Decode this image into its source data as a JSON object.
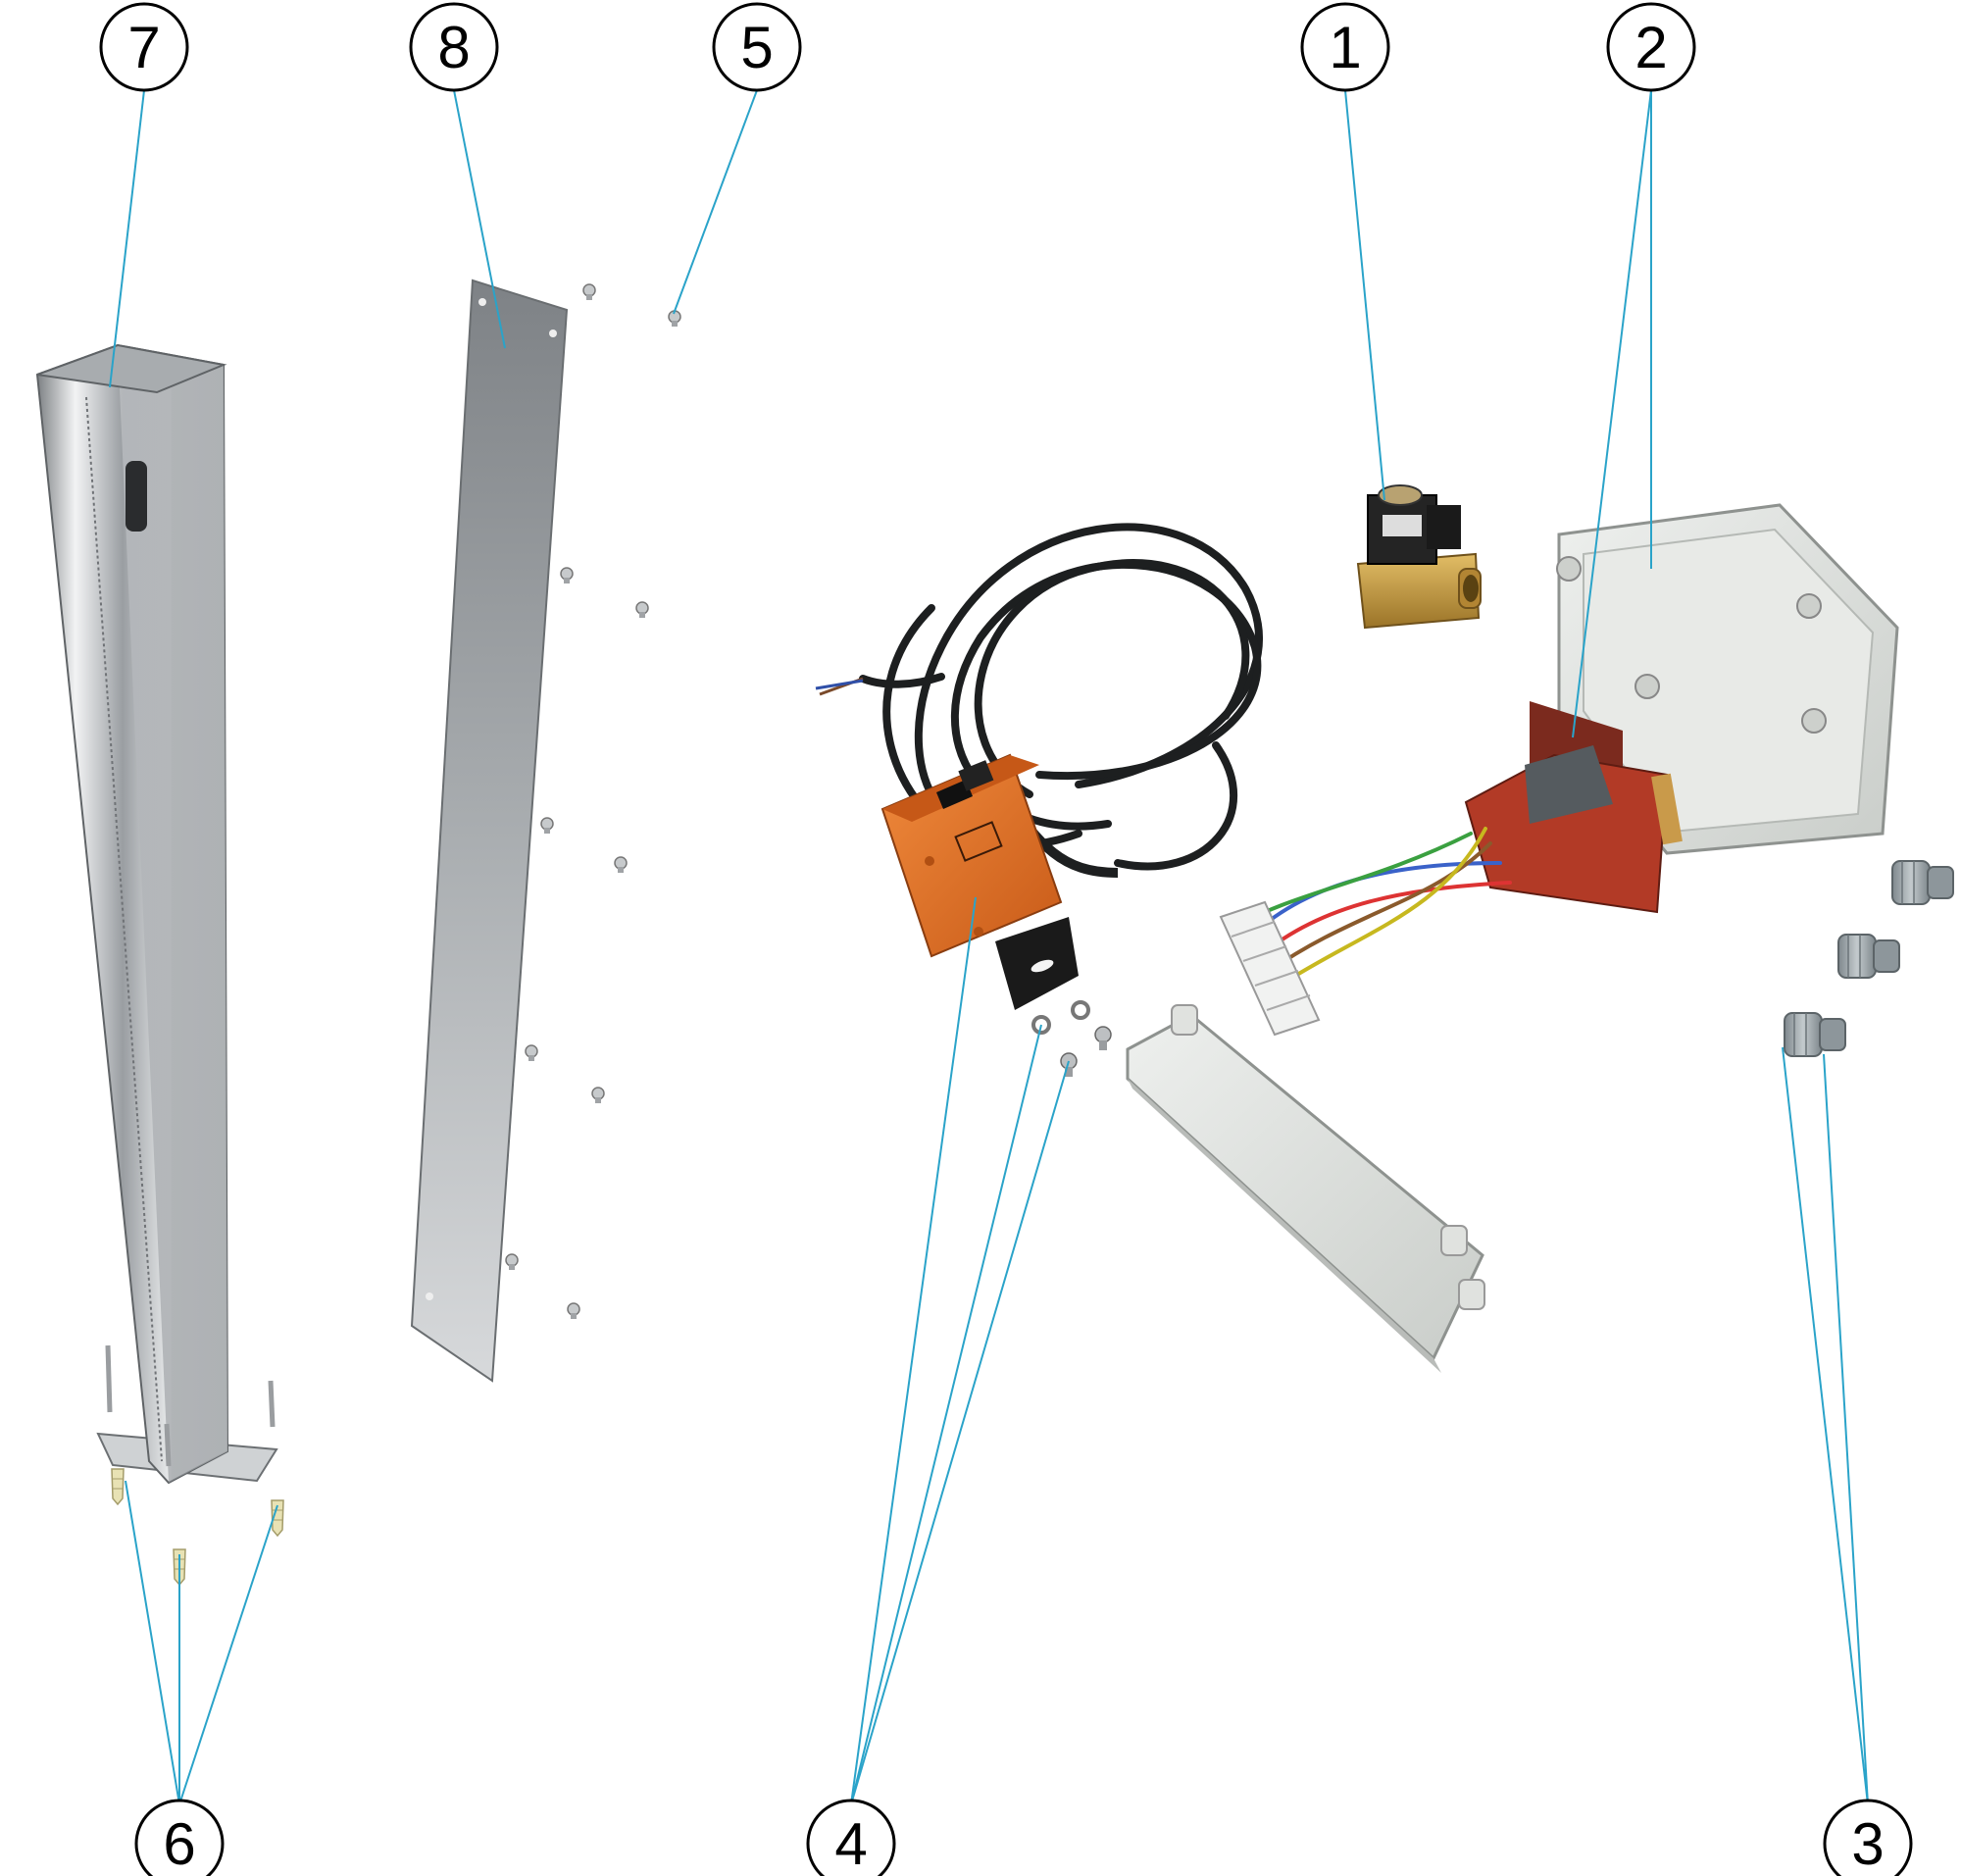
{
  "colors": {
    "leader": "#2aa3c9",
    "steel_dark": "#8a8d90",
    "steel_light": "#e6e8ea",
    "orange": "#e8742a",
    "box_grey": "#dfe1de",
    "brass": "#c79a3e",
    "transformer_red": "#c0402e",
    "gland_grey": "#9aa3a8"
  },
  "callouts": [
    {
      "id": "7",
      "label": "7"
    },
    {
      "id": "8",
      "label": "8"
    },
    {
      "id": "5",
      "label": "5"
    },
    {
      "id": "1",
      "label": "1"
    },
    {
      "id": "2",
      "label": "2"
    },
    {
      "id": "6",
      "label": "6"
    },
    {
      "id": "4",
      "label": "4"
    },
    {
      "id": "3",
      "label": "3"
    }
  ],
  "parts": [
    {
      "id": "post",
      "icon": "stainless-post-icon",
      "callout": "7"
    },
    {
      "id": "cover-panel",
      "icon": "steel-panel-icon",
      "callout": "8"
    },
    {
      "id": "panel-screws",
      "icon": "screw-icon",
      "callout": "5"
    },
    {
      "id": "solenoid-valve",
      "icon": "solenoid-valve-icon",
      "callout": "1"
    },
    {
      "id": "junction-box",
      "icon": "junction-box-icon",
      "callout": "2"
    },
    {
      "id": "transformer",
      "icon": "transformer-icon",
      "callout": "2"
    },
    {
      "id": "box-lid",
      "icon": "box-lid-icon",
      "callout": "2"
    },
    {
      "id": "terminal-block",
      "icon": "terminal-block-icon",
      "callout": "2"
    },
    {
      "id": "photo-sensor",
      "icon": "photoelectric-sensor-icon",
      "callout": "4"
    },
    {
      "id": "sensor-screws",
      "icon": "screw-icon",
      "callout": "4"
    },
    {
      "id": "cable-glands",
      "icon": "cable-gland-icon",
      "callout": "3"
    },
    {
      "id": "anchors",
      "icon": "wall-plug-icon",
      "callout": "6"
    }
  ]
}
